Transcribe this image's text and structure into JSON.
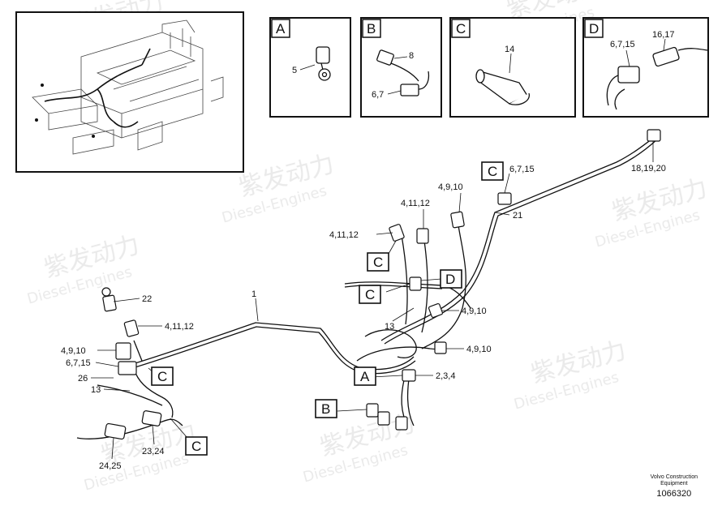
{
  "watermark": {
    "brand": "紫发动力",
    "sub": "Diesel-Engines"
  },
  "detail_boxes": [
    {
      "letter": "A",
      "labels": [
        "5"
      ]
    },
    {
      "letter": "B",
      "labels": [
        "8",
        "6,7"
      ]
    },
    {
      "letter": "C",
      "labels": [
        "14"
      ]
    },
    {
      "letter": "D",
      "labels": [
        "6,7,15",
        "16,17"
      ]
    }
  ],
  "callouts": {
    "c1": "1",
    "c22": "22",
    "c4_11_12_left": "4,11,12",
    "c4_9_10_left": "4,9,10",
    "c6_7_15_left": "6,7,15",
    "c26": "26",
    "c13_left": "13",
    "c23_24": "23,24",
    "c24_25": "24,25",
    "c4_11_12_mid1": "4,11,12",
    "c4_11_12_mid2": "4,11,12",
    "c4_9_10_top": "4,9,10",
    "c6_7_15_top": "6,7,15",
    "c21": "21",
    "c18_19_20": "18,19,20",
    "c4_9_10_right1": "4,9,10",
    "c4_9_10_right2": "4,9,10",
    "c13_mid": "13",
    "c2_3_4": "2,3,4"
  },
  "ref_tags": {
    "tag_C_left": "C",
    "tag_C_bottom": "C",
    "tag_C_mid1": "C",
    "tag_C_mid2": "C",
    "tag_C_top": "C",
    "tag_D_mid": "D",
    "tag_A_mid": "A",
    "tag_B_bottom": "B"
  },
  "footer": {
    "company_line1": "Volvo Construction",
    "company_line2": "Equipment",
    "drawing_number": "1066320"
  }
}
